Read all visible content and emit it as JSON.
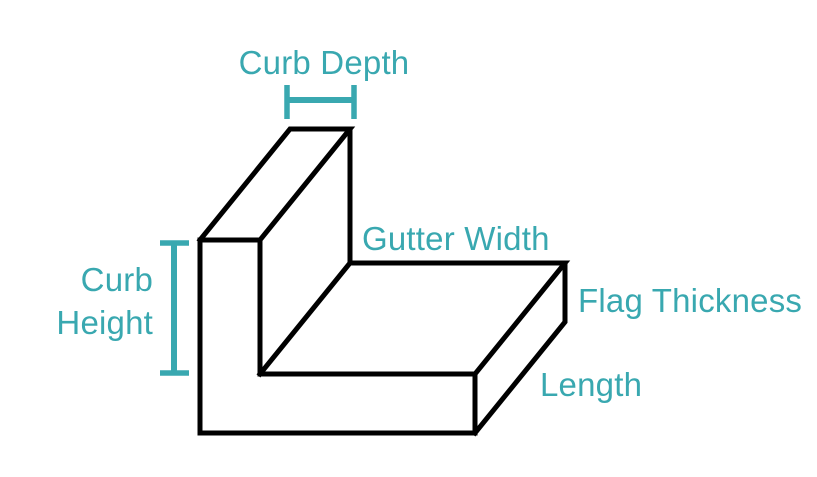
{
  "diagram": {
    "labels": {
      "curb_depth": "Curb Depth",
      "curb_height_line1": "Curb",
      "curb_height_line2": "Height",
      "gutter_width": "Gutter Width",
      "flag_thickness": "Flag Thickness",
      "length": "Length"
    },
    "colors": {
      "label_accent": "#39A8B0",
      "outline": "#000000",
      "background": "#FFFFFF"
    }
  }
}
